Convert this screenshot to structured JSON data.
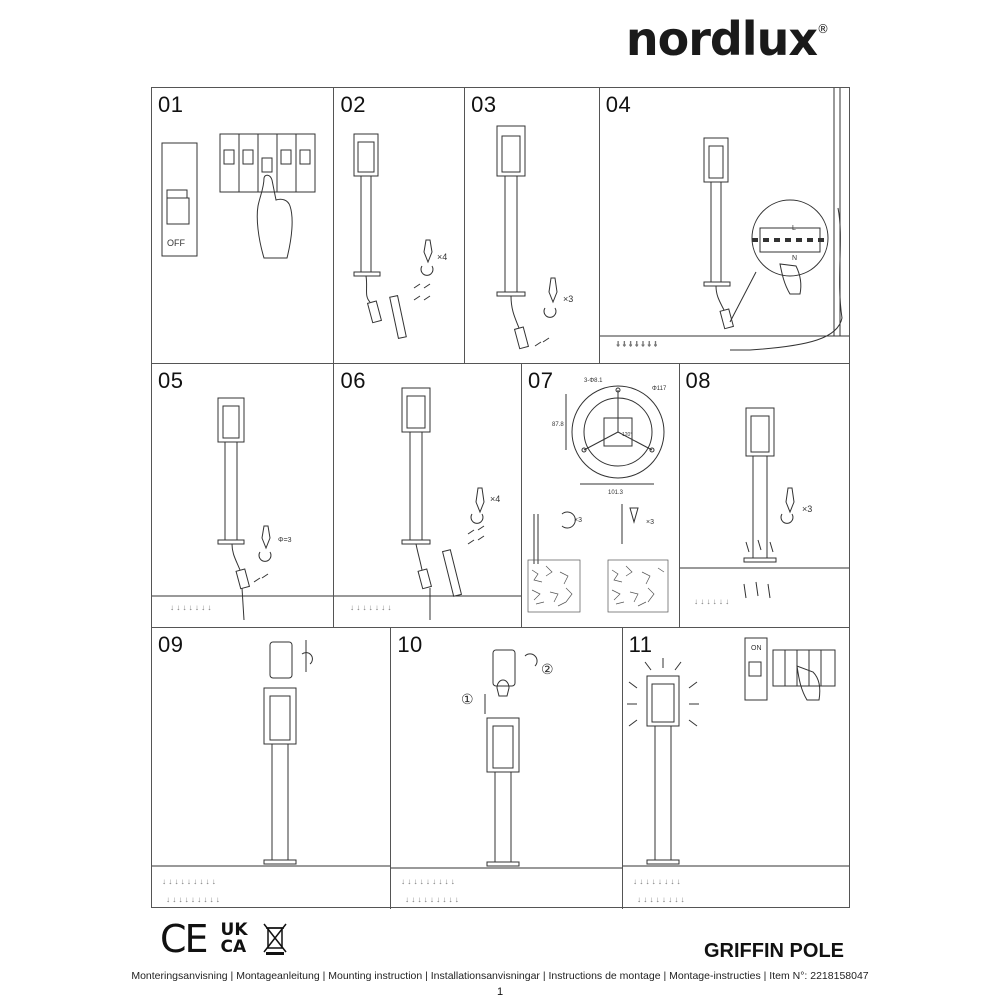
{
  "brand": {
    "name": "nordlux",
    "registered": "®"
  },
  "steps": [
    {
      "number": "01",
      "labels": {
        "switch": "OFF"
      }
    },
    {
      "number": "02",
      "labels": {
        "count": "×4"
      }
    },
    {
      "number": "03",
      "labels": {
        "count": "×3"
      }
    },
    {
      "number": "04",
      "labels": {
        "terminal_l": "L",
        "terminal_n": "N"
      }
    },
    {
      "number": "05",
      "labels": {
        "size": "Φ=3"
      }
    },
    {
      "number": "06",
      "labels": {
        "count": "×4"
      }
    },
    {
      "number": "07",
      "labels": {
        "holes": "3-Φ8.1",
        "diameter": "Φ117",
        "height": "87.8",
        "width": "101.3",
        "angle": "120°",
        "count_a": "×3",
        "count_b": "×3"
      }
    },
    {
      "number": "08",
      "labels": {
        "count": "×3"
      }
    },
    {
      "number": "09",
      "labels": {}
    },
    {
      "number": "10",
      "labels": {
        "order_1": "①",
        "order_2": "②"
      }
    },
    {
      "number": "11",
      "labels": {
        "switch": "ON"
      }
    }
  ],
  "certifications": {
    "ce": "CE",
    "ukca_top": "UK",
    "ukca_bottom": "CA",
    "weee": "weee-bin-icon"
  },
  "product_name": "GRIFFIN POLE",
  "footer": {
    "text": "Monteringsanvisning | Montageanleitung | Mounting instruction | Installationsanvisningar | Instructions de montage | Montage-instructies | Item N°: ",
    "item_number": "2218158047",
    "page": "1"
  }
}
